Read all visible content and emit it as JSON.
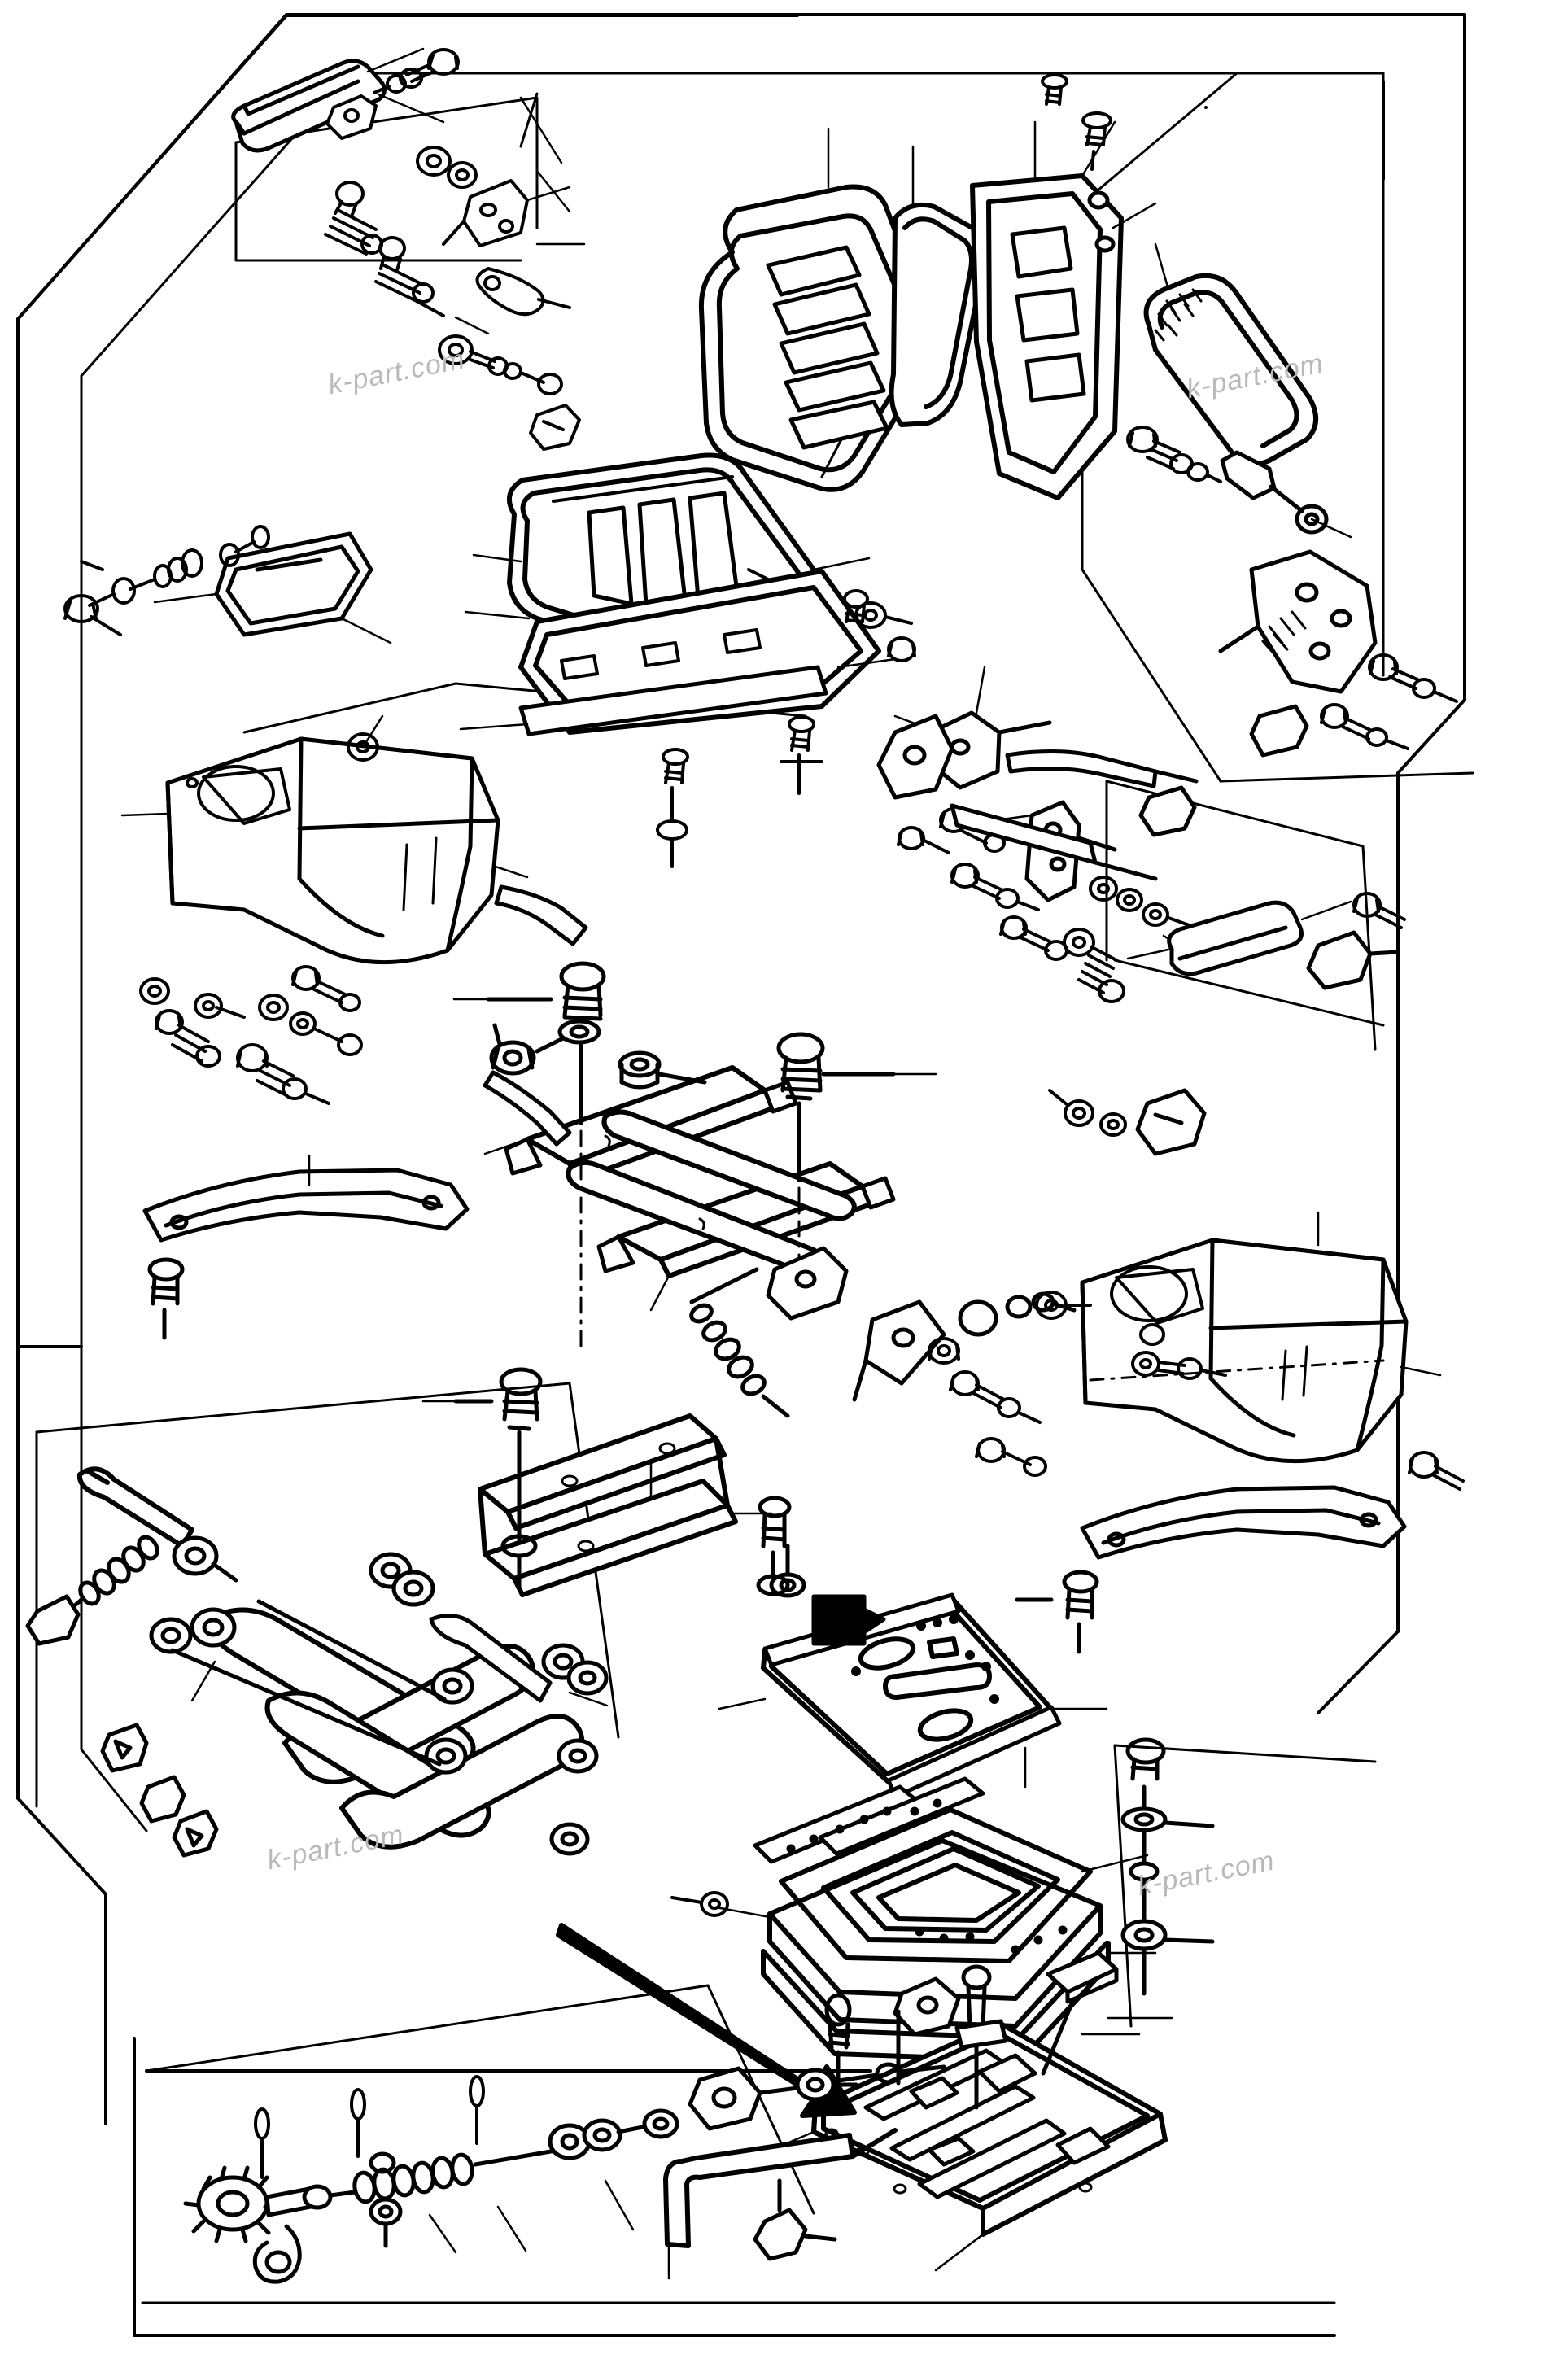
{
  "document": {
    "type": "exploded-view-parts-diagram",
    "subject": "Operator seat assembly with air/mechanical suspension",
    "line_color": "#000000",
    "background_color": "#ffffff"
  },
  "watermarks": [
    {
      "text": "k-part.com",
      "position": "upper-left"
    },
    {
      "text": "k-part.com",
      "position": "upper-right"
    },
    {
      "text": "k-part.com",
      "position": "lower-left"
    },
    {
      "text": "k-part.com",
      "position": "lower-right"
    }
  ],
  "border": {
    "style": "double-line-chamfered-corners",
    "color": "#000000"
  },
  "parts": [
    {
      "name": "armrest-pad-left",
      "region": "upper-left-inset-panel"
    },
    {
      "name": "armrest-pivot-bracket",
      "region": "upper-left"
    },
    {
      "name": "hex-bolt-set-upper-left",
      "region": "upper-left"
    },
    {
      "name": "washer-and-nut-stack",
      "region": "upper-left"
    },
    {
      "name": "recline-adjust-lever",
      "region": "upper-left"
    },
    {
      "name": "seat-back-cushion",
      "region": "upper-center"
    },
    {
      "name": "seat-back-frame-panel",
      "region": "upper-center-right"
    },
    {
      "name": "seat-bottom-cushion",
      "region": "center-left"
    },
    {
      "name": "seat-pan-base",
      "region": "center"
    },
    {
      "name": "armrest-pad-right",
      "region": "upper-right-inset-panel"
    },
    {
      "name": "armrest-mount-arm-right",
      "region": "right"
    },
    {
      "name": "gas-strut-damper",
      "region": "upper-right"
    },
    {
      "name": "side-cover-shroud-left",
      "region": "mid-left"
    },
    {
      "name": "side-cover-shroud-right",
      "region": "mid-right"
    },
    {
      "name": "slide-rail-frame",
      "region": "center"
    },
    {
      "name": "suspension-scissor-linkage",
      "region": "lower-left"
    },
    {
      "name": "coil-tension-spring",
      "region": "center-bottom"
    },
    {
      "name": "shock-absorber-rod",
      "region": "bottom-left"
    },
    {
      "name": "height-adjust-knob",
      "region": "bottom-left"
    },
    {
      "name": "bellows-frame-stack",
      "region": "lower-center-right"
    },
    {
      "name": "floor-mounting-pan",
      "region": "lower-center"
    },
    {
      "name": "base-mounting-plate",
      "region": "bottom-center"
    },
    {
      "name": "rubber-isolator-bushings",
      "region": "various"
    },
    {
      "name": "hex-bolts-and-screws",
      "region": "various"
    },
    {
      "name": "flat-washers",
      "region": "various"
    },
    {
      "name": "lock-nuts",
      "region": "various"
    },
    {
      "name": "trim-clips",
      "region": "lower-left"
    },
    {
      "name": "seat-belt-bracket",
      "region": "mid-right"
    }
  ]
}
